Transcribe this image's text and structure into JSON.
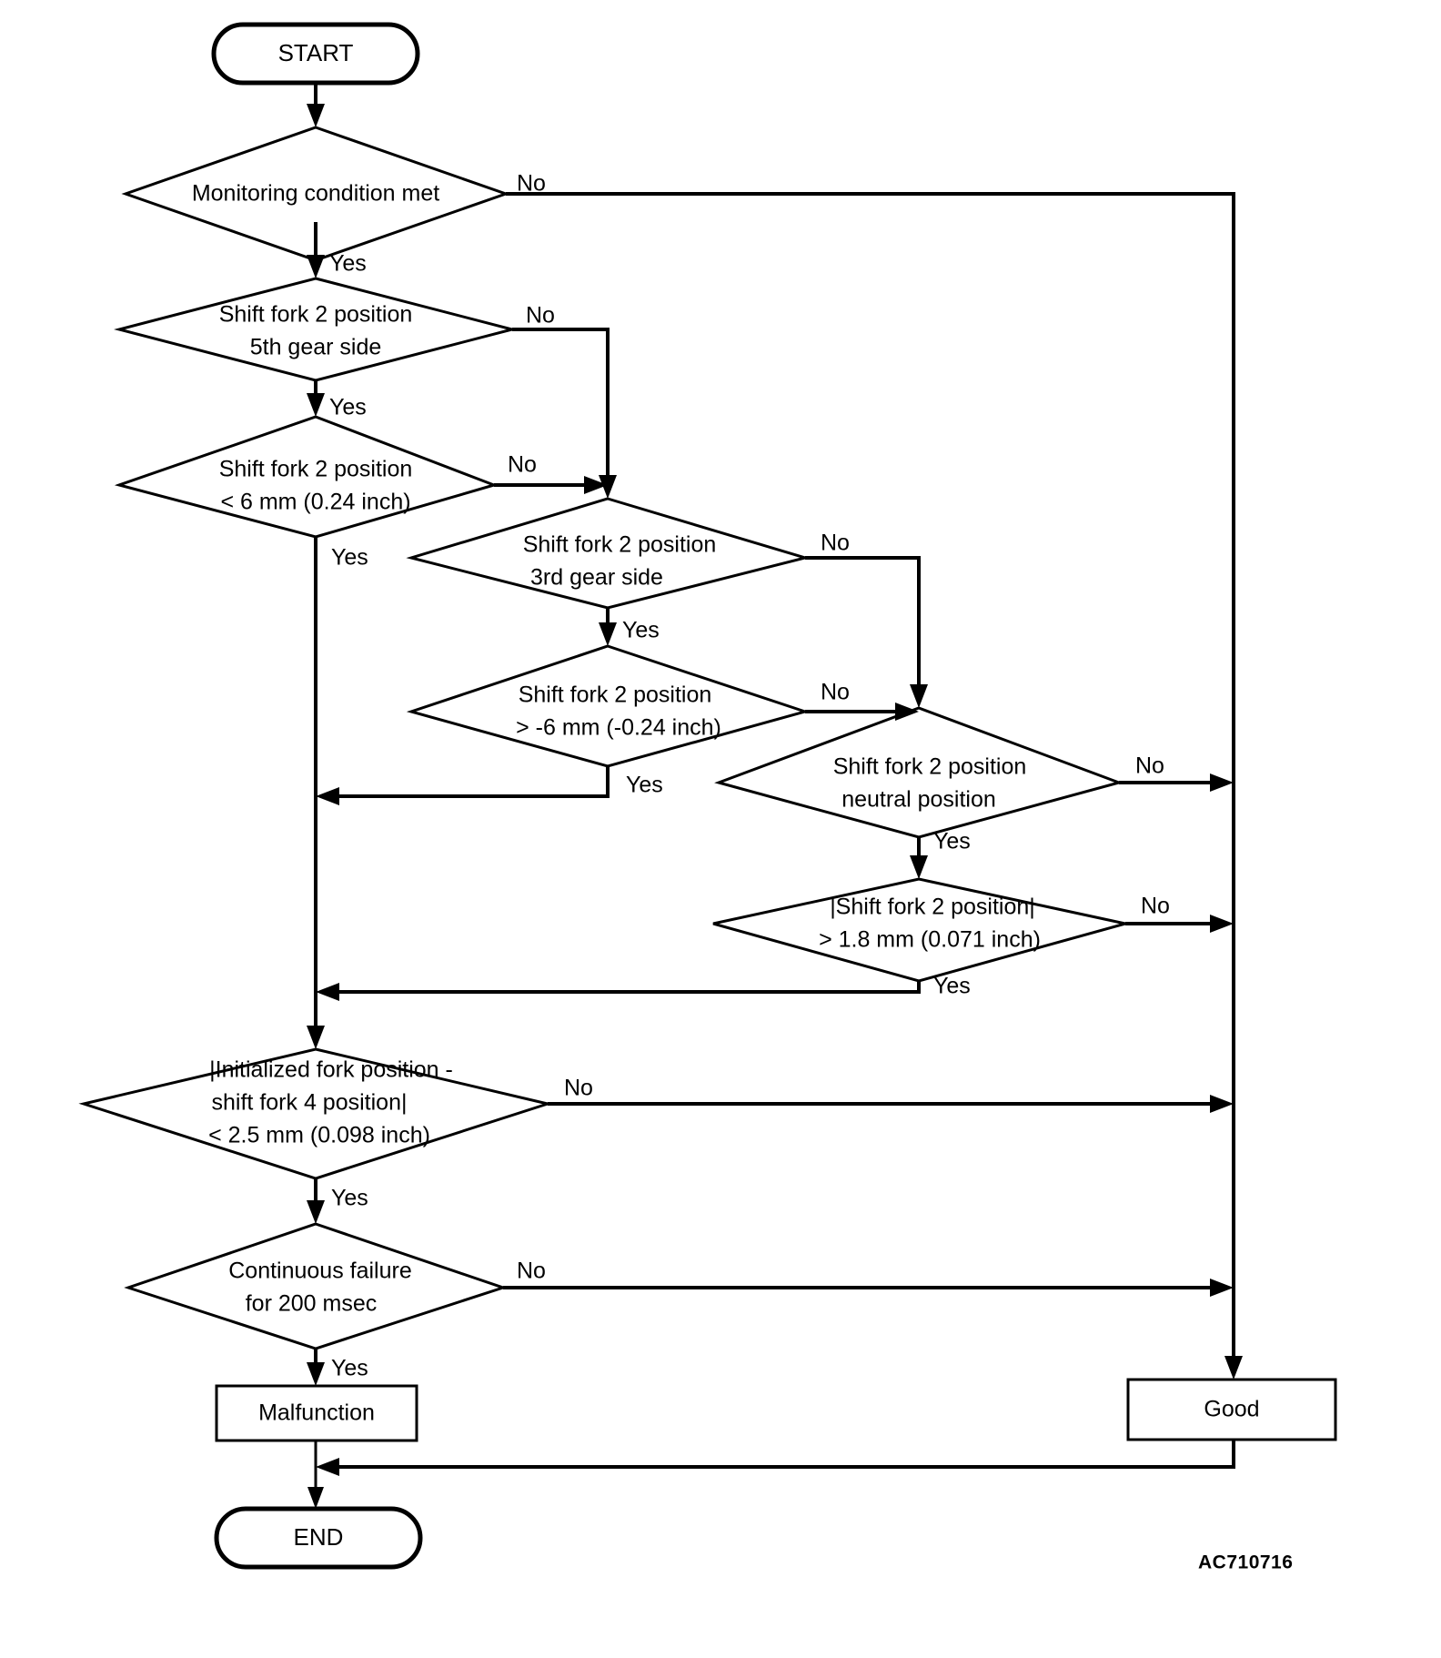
{
  "diagram": {
    "title": "Shift fork 2 position monitoring logic flowchart",
    "reference_code": "AC710716",
    "line_color": "#000000",
    "background_color": "#ffffff"
  },
  "nodes": {
    "start": {
      "label": "START",
      "type": "terminator"
    },
    "end": {
      "label": "END",
      "type": "terminator"
    },
    "monitoring_condition": {
      "label_line1": "Monitoring condition met",
      "label_line2": "",
      "type": "decision"
    },
    "fork2_5th_gear": {
      "label_line1": "Shift fork 2 position",
      "label_line2": "5th gear side",
      "type": "decision"
    },
    "fork2_lt6mm": {
      "label_line1": "Shift fork 2 position",
      "label_line2": "< 6 mm (0.24 inch)",
      "type": "decision"
    },
    "fork2_3rd_gear": {
      "label_line1": "Shift fork 2 position",
      "label_line2": "3rd gear side",
      "type": "decision"
    },
    "fork2_gt_neg6mm": {
      "label_line1": "Shift fork 2 position",
      "label_line2": "> -6 mm (-0.24 inch)",
      "type": "decision"
    },
    "fork2_neutral": {
      "label_line1": "Shift fork 2 position",
      "label_line2": "neutral position",
      "type": "decision"
    },
    "fork2_abs_gt1_8mm": {
      "label_line1": "|Shift fork 2 position|",
      "label_line2": "> 1.8 mm (0.071 inch)",
      "type": "decision"
    },
    "init_fork_diff": {
      "label_line1": "|Initialized fork position -",
      "label_line2": "shift fork 4 position|",
      "label_line3": "< 2.5 mm (0.098 inch)",
      "type": "decision"
    },
    "continuous_failure": {
      "label_line1": "Continuous failure",
      "label_line2": "for 200 msec",
      "type": "decision"
    },
    "malfunction": {
      "label": "Malfunction",
      "type": "process"
    },
    "good": {
      "label": "Good",
      "type": "process"
    }
  },
  "edge_labels": {
    "monitoring_no": "No",
    "monitoring_yes": "Yes",
    "fork2_5th_no": "No",
    "fork2_5th_yes": "Yes",
    "fork2_lt6_no": "No",
    "fork2_lt6_yes": "Yes",
    "fork2_3rd_no": "No",
    "fork2_3rd_yes": "Yes",
    "fork2_neg6_no": "No",
    "fork2_neg6_yes": "Yes",
    "fork2_neutral_no": "No",
    "fork2_neutral_yes": "Yes",
    "fork2_abs_no": "No",
    "fork2_abs_yes": "Yes",
    "init_fork_no": "No",
    "init_fork_yes": "Yes",
    "cont_fail_no": "No",
    "cont_fail_yes": "Yes"
  }
}
